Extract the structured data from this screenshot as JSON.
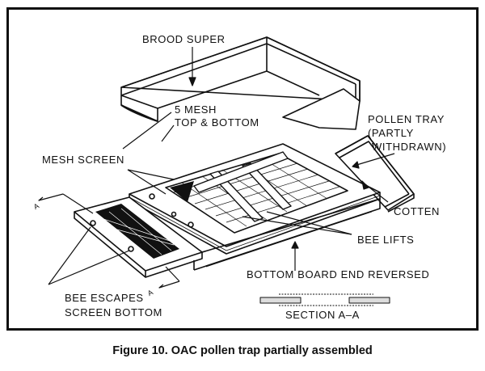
{
  "figure": {
    "caption": "Figure 10.  OAC pollen trap partially assembled",
    "labels": {
      "brood_super": "BROOD SUPER",
      "mesh_5_line1": "5 MESH",
      "mesh_5_line2": "TOP & BOTTOM",
      "pollen_tray_line1": "POLLEN TRAY",
      "pollen_tray_line2": "(PARTLY",
      "pollen_tray_line3": "WITHDRAWN)",
      "mesh_screen": "MESH SCREEN",
      "cotten": "COTTEN",
      "bee_lifts": "BEE LIFTS",
      "bottom_board": "BOTTOM BOARD END REVERSED",
      "bee_escapes": "BEE ESCAPES",
      "screen_bottom": "SCREEN BOTTOM",
      "section": "SECTION A–A",
      "section_marker_top": "A",
      "section_marker_bottom": "A"
    }
  }
}
